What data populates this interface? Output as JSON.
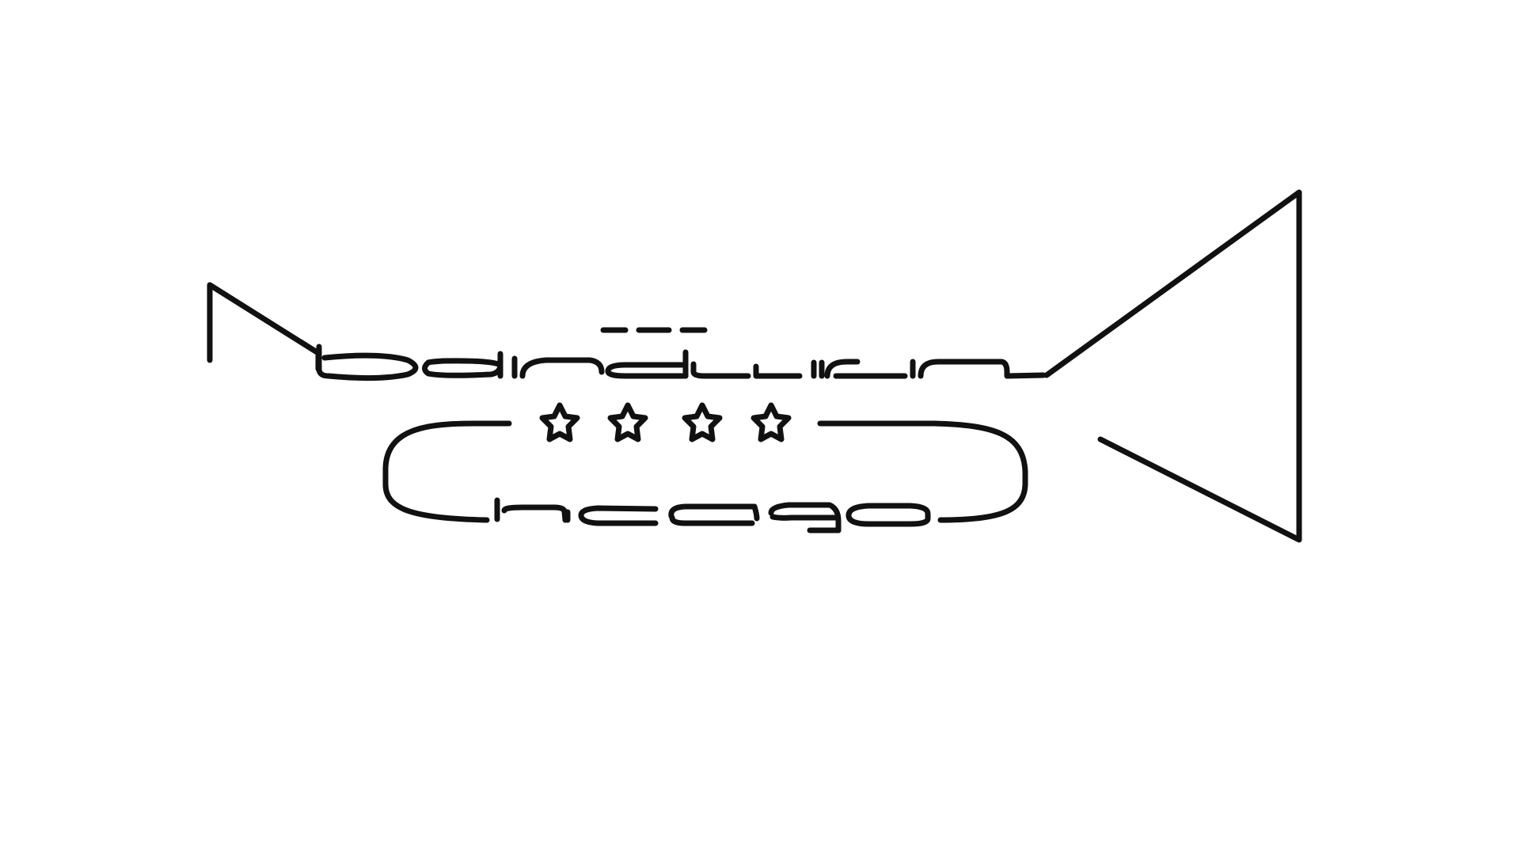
{
  "logo": {
    "name": "band-with-chicago-logo",
    "line_color": "#111111",
    "background_color": "#ffffff",
    "top_word": "bandwith",
    "bottom_word": "Chicago",
    "star_count": 4
  }
}
